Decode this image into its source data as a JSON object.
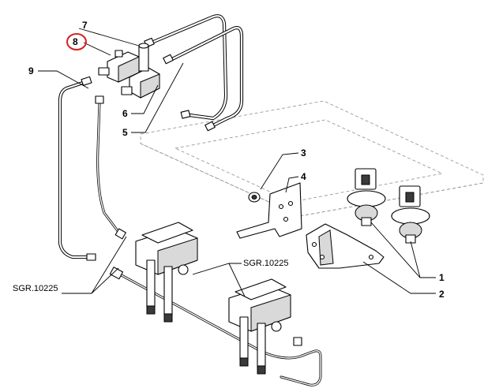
{
  "callouts": {
    "c1": "1",
    "c2": "2",
    "c3": "3",
    "c4": "4",
    "c5": "5",
    "c6": "6",
    "c7": "7",
    "c8": "8",
    "c9": "9"
  },
  "references": {
    "sgr_left": "SGR.10225",
    "sgr_right": "SGR.10225"
  },
  "highlight": {
    "target_callout": "8",
    "color": "#d22020"
  }
}
